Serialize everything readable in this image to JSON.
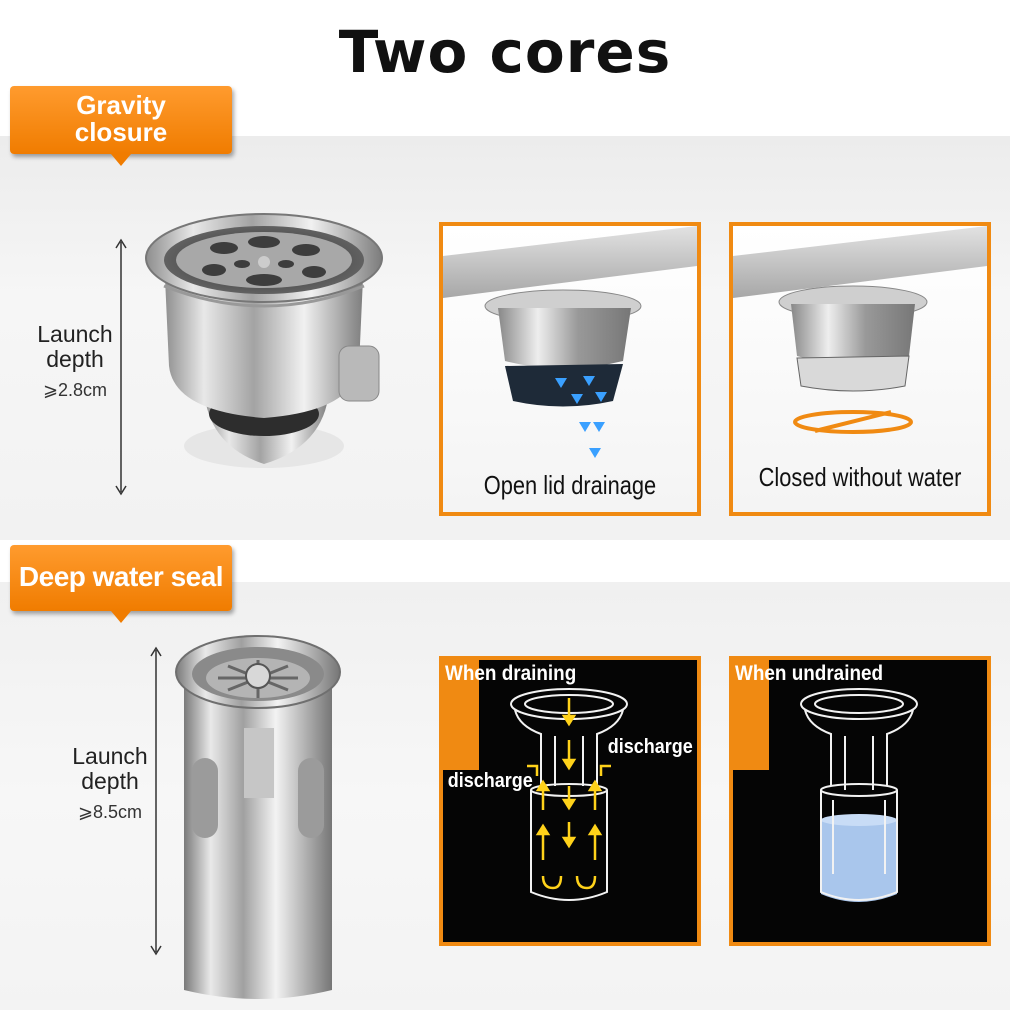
{
  "title": "Two cores",
  "top_section": {
    "tag_line1": "Gravity",
    "tag_line2": "closure",
    "dimension": {
      "line1": "Launch",
      "line2": "depth",
      "value": "⩾2.8cm"
    },
    "panels": [
      {
        "caption": "Open lid drainage"
      },
      {
        "caption": "Closed without water"
      }
    ]
  },
  "bottom_section": {
    "tag": "Deep water seal",
    "dimension": {
      "line1": "Launch",
      "line2": "depth",
      "value": "⩾8.5cm"
    },
    "panels": [
      {
        "heading": "When draining",
        "label_right": "discharge",
        "label_left": "discharge"
      },
      {
        "heading": "When undrained"
      }
    ]
  },
  "colors": {
    "accent_orange": "#f08a12",
    "flow_blue": "#3aa0ff",
    "flow_yellow": "#ffd21a",
    "water": "#a9c6ec"
  }
}
